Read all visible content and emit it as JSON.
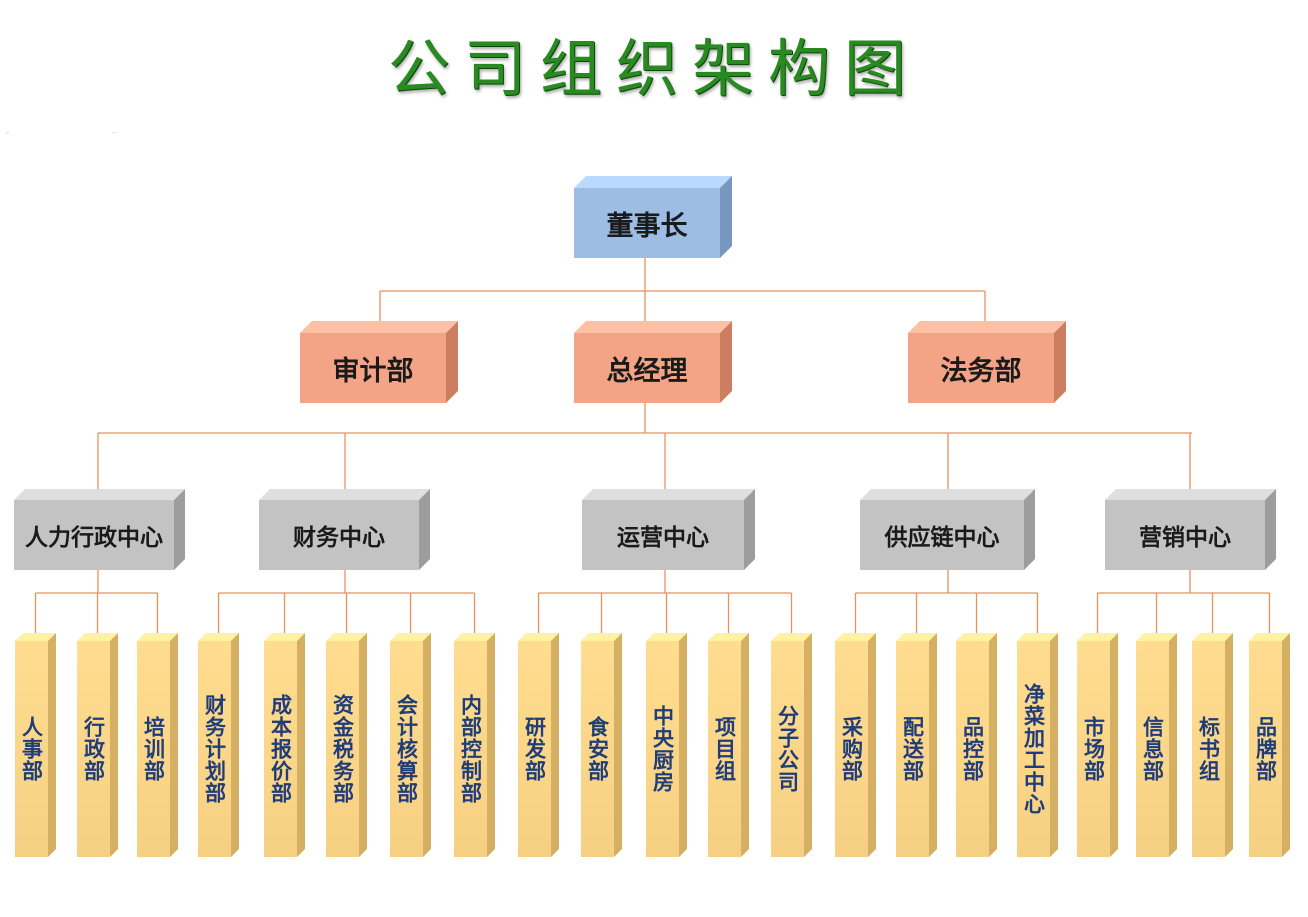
{
  "title": "公司组织架构图",
  "chairman": "董事长",
  "level2": {
    "audit": "审计部",
    "gm": "总经理",
    "legal": "法务部"
  },
  "centers": [
    {
      "name": "人力行政中心",
      "departments": [
        "人事部",
        "行政部",
        "培训部"
      ]
    },
    {
      "name": "财务中心",
      "departments": [
        "财务计划部",
        "成本报价部",
        "资金税务部",
        "会计核算部",
        "内部控制部"
      ]
    },
    {
      "name": "运营中心",
      "departments": [
        "研发部",
        "食安部",
        "中央厨房",
        "项目组",
        "分子公司"
      ]
    },
    {
      "name": "供应链中心",
      "departments": [
        "采购部",
        "配送部",
        "品控部",
        "净菜加工中心"
      ]
    },
    {
      "name": "营销中心",
      "departments": [
        "市场部",
        "信息部",
        "标书组",
        "品牌部"
      ]
    }
  ],
  "colors": {
    "title": "#2a8a22",
    "chairman": "#9dbde4",
    "level2": "#f3a487",
    "center": "#c3c3c3",
    "department": "#fbd689",
    "connector": "#e8925e",
    "dept_text": "#1f3d78"
  }
}
